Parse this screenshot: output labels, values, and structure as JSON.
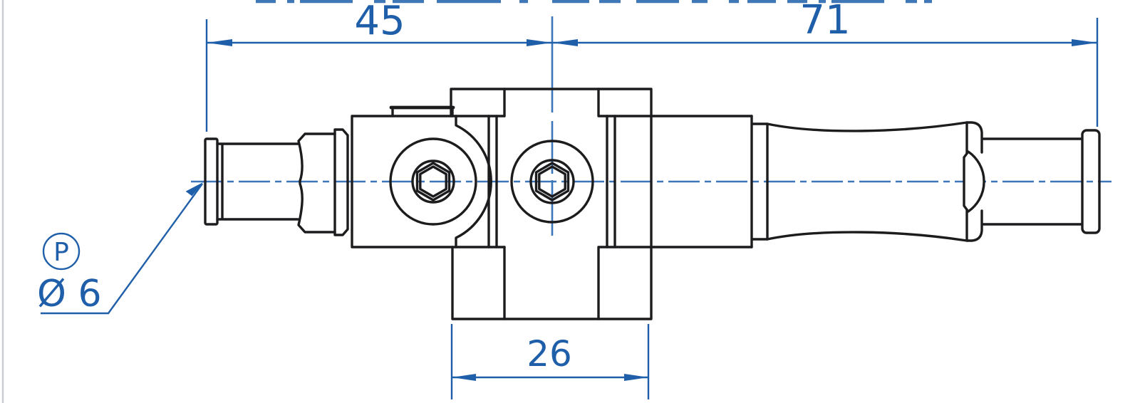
{
  "annotations": {
    "dim_top_left": "45",
    "dim_top_right": "71",
    "dim_bottom": "26",
    "port_label": "P",
    "port_diameter": "Ø 6"
  },
  "colors": {
    "line_black": "#1c1c1e",
    "dimension_blue": "#1f5fa9",
    "centerline_blue": "#3c77bb",
    "border_gray": "#c9ccd1",
    "background": "#ffffff"
  }
}
